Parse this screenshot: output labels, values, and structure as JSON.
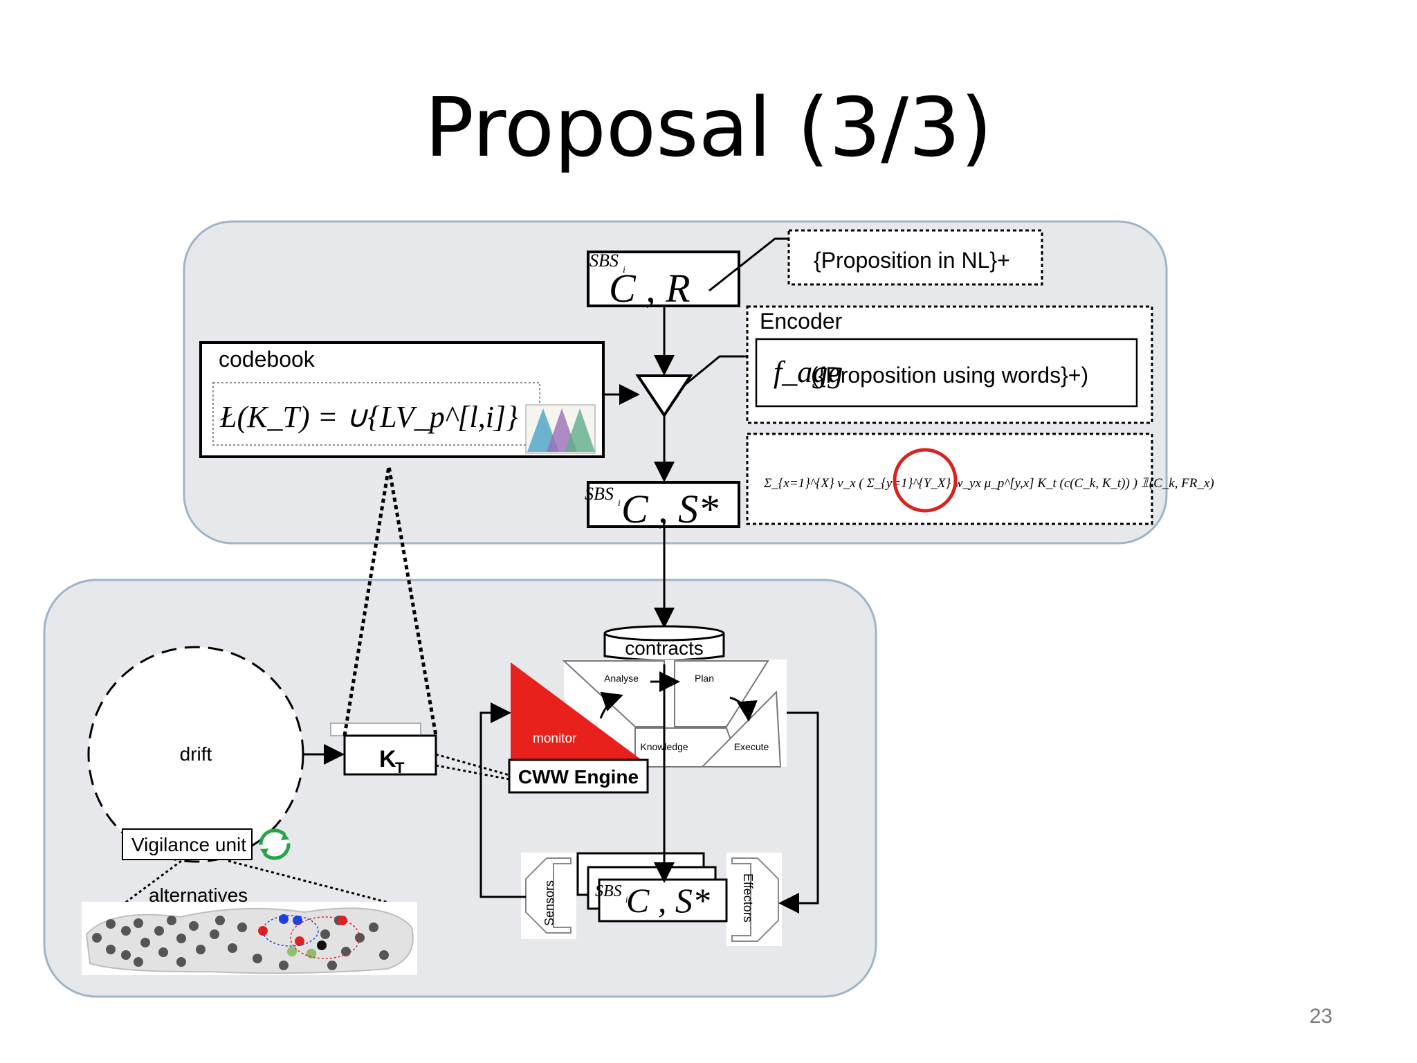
{
  "slide": {
    "title": "Proposal (3/3)",
    "page_number": "23"
  },
  "diagram": {
    "top_panel": {
      "codebook_label": "codebook",
      "codebook_formula": "Ł(K_T) = ∪{LV_p^[l,i]}",
      "sbs_label": "SBS",
      "sbs_subscript": "i",
      "cr_box": "C , R",
      "cs_box": "C , S*",
      "proposition_box": "{Proposition in NL}+",
      "encoder_label": "Encoder",
      "encoder_function": "f_agg",
      "encoder_text": "({Proposition using words}+)",
      "aggregation_formula": "Σ_{x=1}^{X} v_x ( Σ_{y=1}^{Y_X} w_yx μ_p^[y,x] K_t (c(C_k, K_t)) ) 𝟙(C_k, FR_x)"
    },
    "bottom_panel": {
      "contracts_label": "contracts",
      "analyse_label": "Analyse",
      "plan_label": "Plan",
      "knowledge_label": "Knowledge",
      "execute_label": "Execute",
      "monitor_label": "monitor",
      "cww_engine_label": "CWW Engine",
      "kt_label": "K",
      "kt_subscript": "T",
      "drift_label": "drift",
      "vigilance_label": "Vigilance unit",
      "alternatives_label": "alternatives",
      "sensors_label": "Sensors",
      "effectors_label": "Effectors",
      "cs_stack_box": "C , S*"
    },
    "colors": {
      "panel_fill": "#e6e8ec",
      "panel_stroke": "#9fb4c7",
      "monitor_red": "#e8211d",
      "highlight_circle": "#d8231f"
    }
  }
}
